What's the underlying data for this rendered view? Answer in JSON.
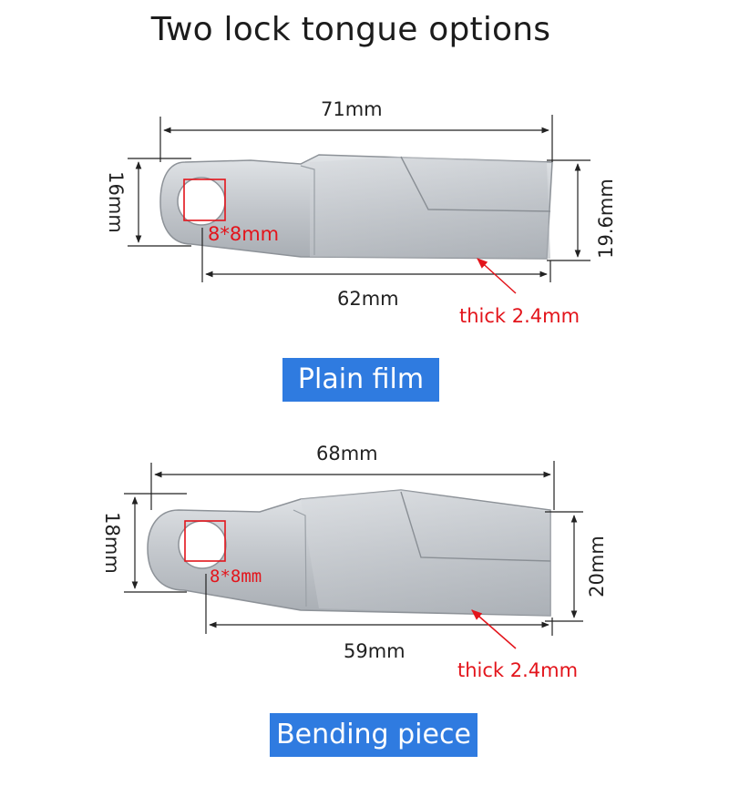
{
  "title": "Two lock tongue options",
  "colors": {
    "accent": "#2f7be0",
    "callout": "#e3141b",
    "metal": "#c9cdd2"
  },
  "plain": {
    "total_length": "71mm",
    "inner_length": "62mm",
    "ring_height": "16mm",
    "tip_height": "19.6mm",
    "square": "8*8mm",
    "thickness": "thick 2.4mm",
    "label": "Plain film"
  },
  "bending": {
    "total_length": "68mm",
    "inner_length": "59mm",
    "ring_height": "18mm",
    "tip_height": "20mm",
    "square": "8*8mm",
    "thickness": "thick 2.4mm",
    "label": "Bending piece"
  }
}
